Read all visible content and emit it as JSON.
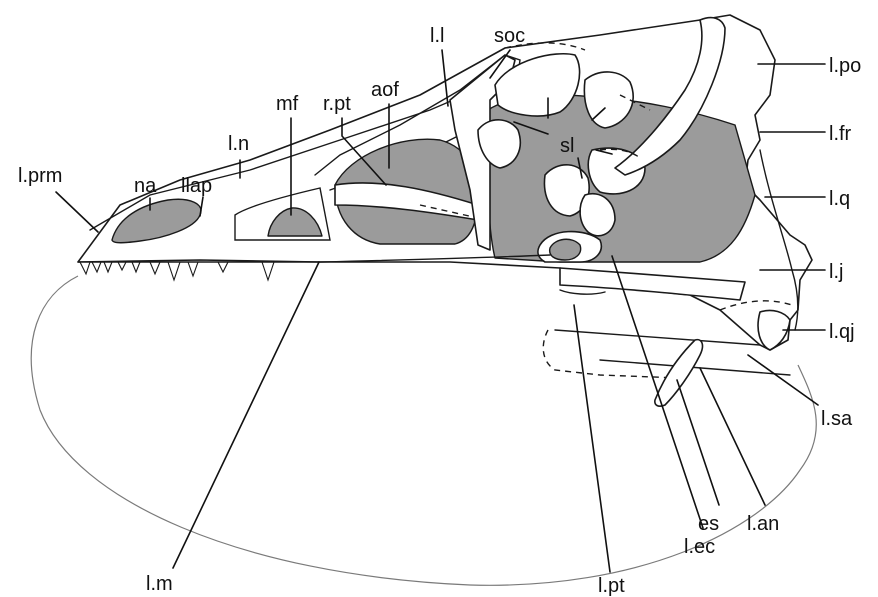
{
  "labels": {
    "l_prm": "l.prm",
    "na": "na",
    "llap": "llap",
    "l_n": "l.n",
    "mf": "mf",
    "r_pt": "r.pt",
    "aof": "aof",
    "l_l": "l.l",
    "soc": "soc",
    "sl": "sl",
    "l_po": "l.po",
    "l_fr": "l.fr",
    "l_q": "l.q",
    "l_j": "l.j",
    "l_qj": "l.qj",
    "l_sa": "l.sa",
    "l_an": "l.an",
    "es": "es",
    "l_ec": "l.ec",
    "l_pt": "l.pt",
    "l_m": "l.m"
  },
  "colors": {
    "shaded_region": "#9b9b9b",
    "line": "#1a1a1a",
    "jaw_outline": "#7a7a7a"
  }
}
